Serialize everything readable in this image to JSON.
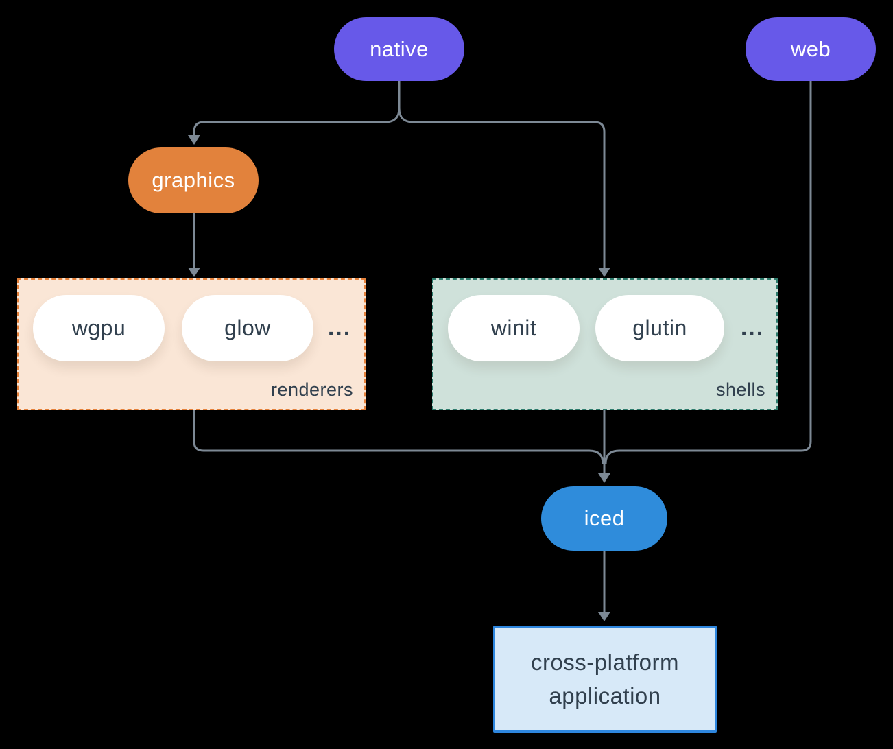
{
  "diagram": {
    "title_hint": "iced crate architecture diagram",
    "nodes": {
      "native": {
        "label": "native"
      },
      "web": {
        "label": "web"
      },
      "graphics": {
        "label": "graphics"
      },
      "iced": {
        "label": "iced"
      },
      "app": {
        "line1": "cross-platform",
        "line2": "application"
      }
    },
    "groups": {
      "renderers": {
        "label": "renderers",
        "items": [
          "wgpu",
          "glow"
        ],
        "ellipsis": "..."
      },
      "shells": {
        "label": "shells",
        "items": [
          "winit",
          "glutin"
        ],
        "ellipsis": "..."
      }
    },
    "colors": {
      "platform_purple": "#6759e9",
      "graphics_orange": "#e2823c",
      "iced_blue": "#2f8cdb",
      "renderers_bg": "#fae6d6",
      "renderers_border": "#e5813a",
      "shells_bg": "#cfe1da",
      "shells_border": "#2e7c6d",
      "app_bg": "#d7e9f8",
      "app_border": "#2e86de",
      "text_dark": "#31404e",
      "connector_gray": "#7d8995",
      "background": "#000000"
    }
  }
}
